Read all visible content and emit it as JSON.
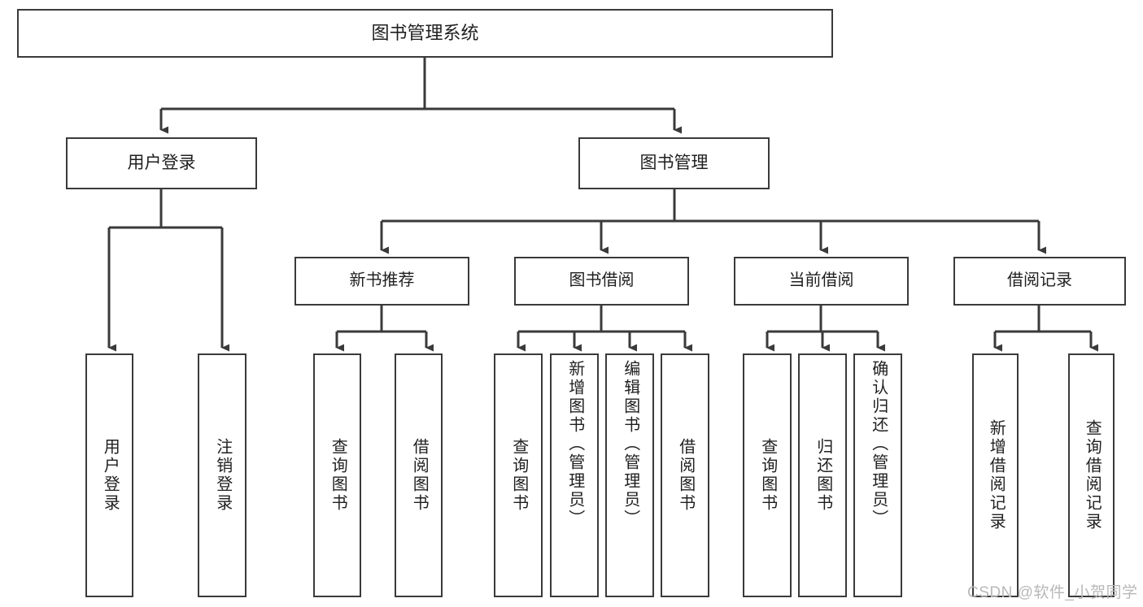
{
  "diagram": {
    "title": "图书管理系统",
    "type": "tree-hierarchy-chart",
    "colors": {
      "border": "#3a3a3a",
      "text": "#1f1f1f",
      "background": "#ffffff",
      "watermark": "#b8b8b8"
    },
    "root": {
      "label": "图书管理系统"
    },
    "level1": [
      {
        "label": "用户登录"
      },
      {
        "label": "图书管理"
      }
    ],
    "level2": [
      {
        "label": "新书推荐"
      },
      {
        "label": "图书借阅"
      },
      {
        "label": "当前借阅"
      },
      {
        "label": "借阅记录"
      }
    ],
    "leaves": {
      "user_login": [
        {
          "label": "用户登录"
        },
        {
          "label": "注销登录"
        }
      ],
      "new_book_recommend": [
        {
          "label": "查询图书"
        },
        {
          "label": "借阅图书"
        }
      ],
      "book_borrow": [
        {
          "label": "查询图书"
        },
        {
          "label": "新增图书（管理员）"
        },
        {
          "label": "编辑图书（管理员）"
        },
        {
          "label": "借阅图书"
        }
      ],
      "current_borrow": [
        {
          "label": "查询图书"
        },
        {
          "label": "归还图书"
        },
        {
          "label": "确认归还（管理员）"
        }
      ],
      "borrow_record": [
        {
          "label": "新增借阅记录"
        },
        {
          "label": "查询借阅记录"
        }
      ]
    },
    "watermark": "CSDN @软件_小贺同学"
  }
}
